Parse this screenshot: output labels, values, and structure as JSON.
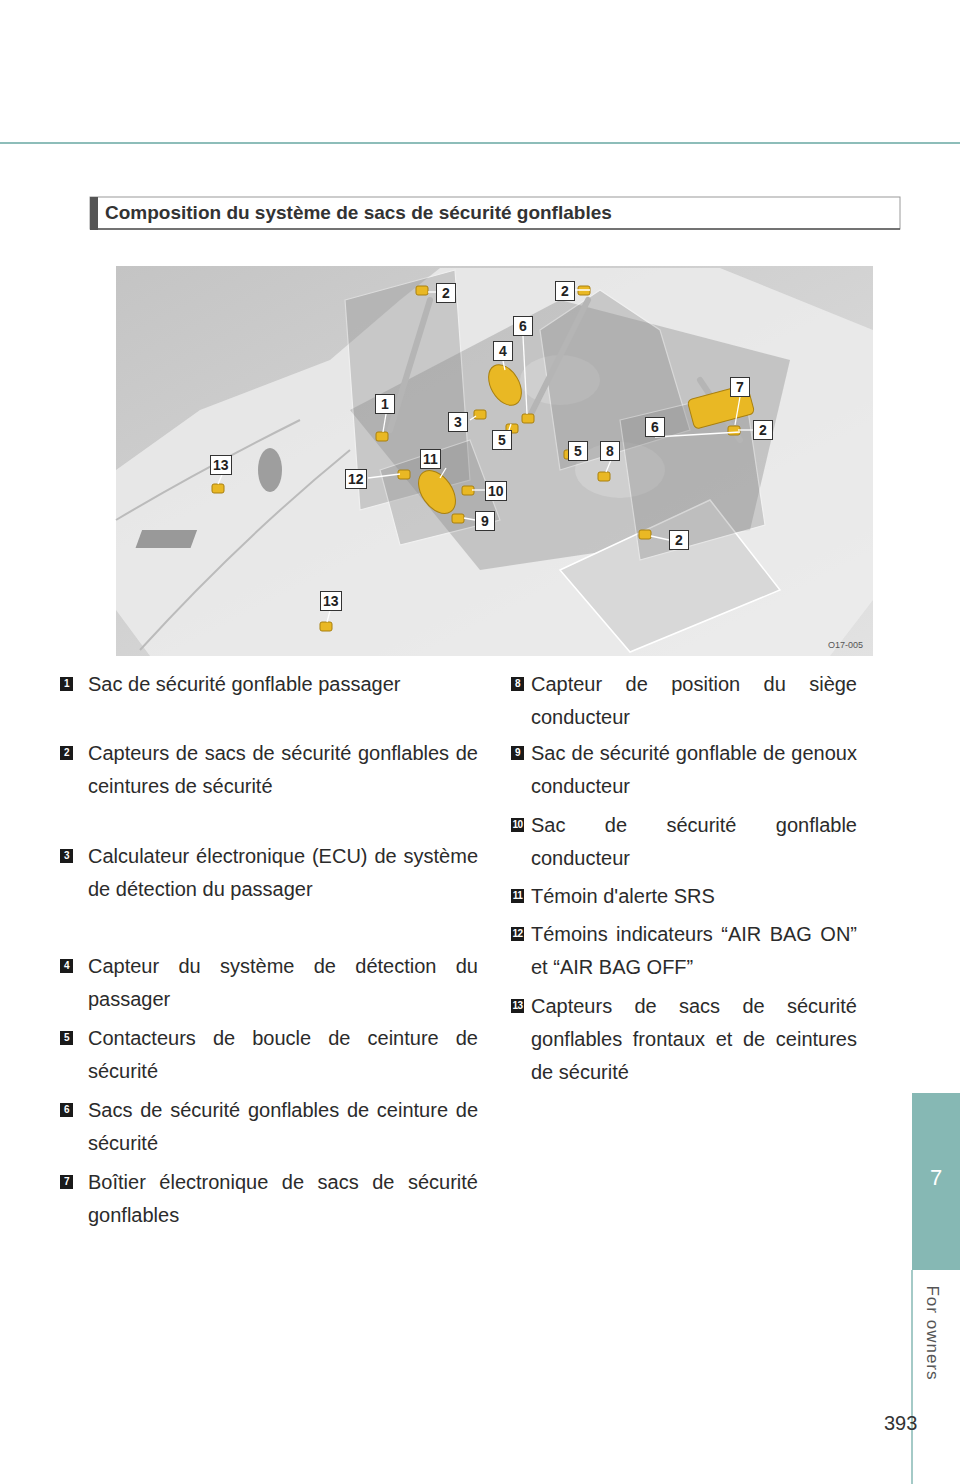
{
  "diagram": {
    "title": "Composition du système de sacs de sécurité gonflables",
    "labels": [
      "2",
      "2",
      "6",
      "4",
      "1",
      "7",
      "3",
      "5",
      "6",
      "13",
      "12",
      "11",
      "10",
      "5",
      "8",
      "9",
      "2",
      "2",
      "13",
      "O17-005",
      "1",
      "2",
      "3",
      "4",
      "5",
      "6",
      "7",
      "8",
      "9",
      "10",
      "11",
      "12",
      "13",
      "Sac de sécurité gonflable passager",
      "Capteurs de sacs de sécurité gonflables de ceintures de sécurité",
      "Calculateur électronique (ECU) de système de détection du passager",
      "Capteur du système de détection du passager",
      "Contacteurs de boucle de ceinture de sécurité",
      "Sacs de sécurité gonflables de ceinture de sécurité",
      "Boîtier électronique de sacs de sécurité gonflables",
      "Capteur de position du siège conducteur",
      "Sac de sécurité gonflable de genoux conducteur",
      "Sac de sécurité gonflable conducteur",
      "Témoin d'alerte SRS",
      "Témoins indicateurs “AIR BAG ON” et “AIR BAG OFF”",
      "Capteurs de sacs de sécurité gonflables frontaux et de ceintures de sécurité",
      "7",
      "For owners",
      "393"
    ]
  }
}
